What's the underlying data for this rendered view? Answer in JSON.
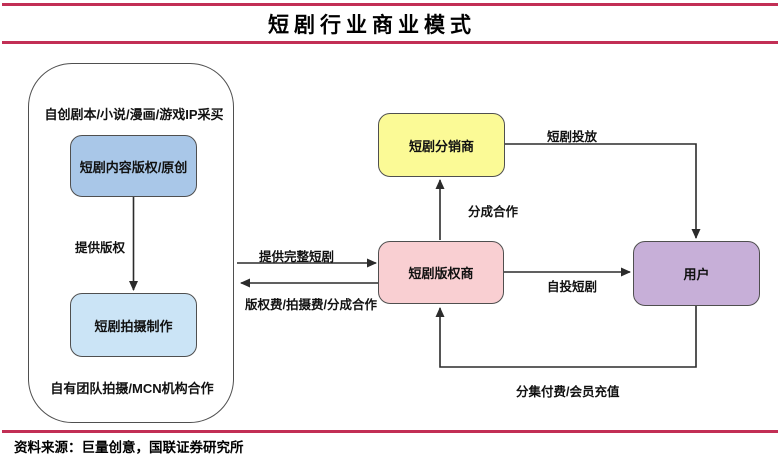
{
  "header": {
    "title": "短剧行业商业模式"
  },
  "diagram": {
    "producer_group": {
      "top_label": "自创剧本/小说/漫画/游戏IP采买",
      "content_rights_box": "短剧内容版权/原创",
      "provide_rights_label": "提供版权",
      "production_box": "短剧拍摄制作",
      "bottom_label": "自有团队拍摄/MCN机构合作"
    },
    "nodes": {
      "distributor": "短剧分销商",
      "licensor": "短剧版权商",
      "user": "用户"
    },
    "edges": {
      "provide_full_drama": "提供完整短剧",
      "license_fees": "版权费/拍摄费/分成合作",
      "revenue_share": "分成合作",
      "drama_placement": "短剧投放",
      "self_placement": "自投短剧",
      "episode_payment": "分集付费/会员充值"
    }
  },
  "footer": {
    "source": "资料来源：巨量创意，国联证券研究所"
  },
  "colors": {
    "accent_red": "#c22f55",
    "node_border": "#4f4f4f",
    "arrow": "#2b2b2b",
    "content_rights_fill": "#a9c7e8",
    "production_fill": "#cbe4f6",
    "distributor_fill": "#fbfa96",
    "licensor_fill": "#f9cfd2",
    "user_fill": "#c7afd8"
  }
}
